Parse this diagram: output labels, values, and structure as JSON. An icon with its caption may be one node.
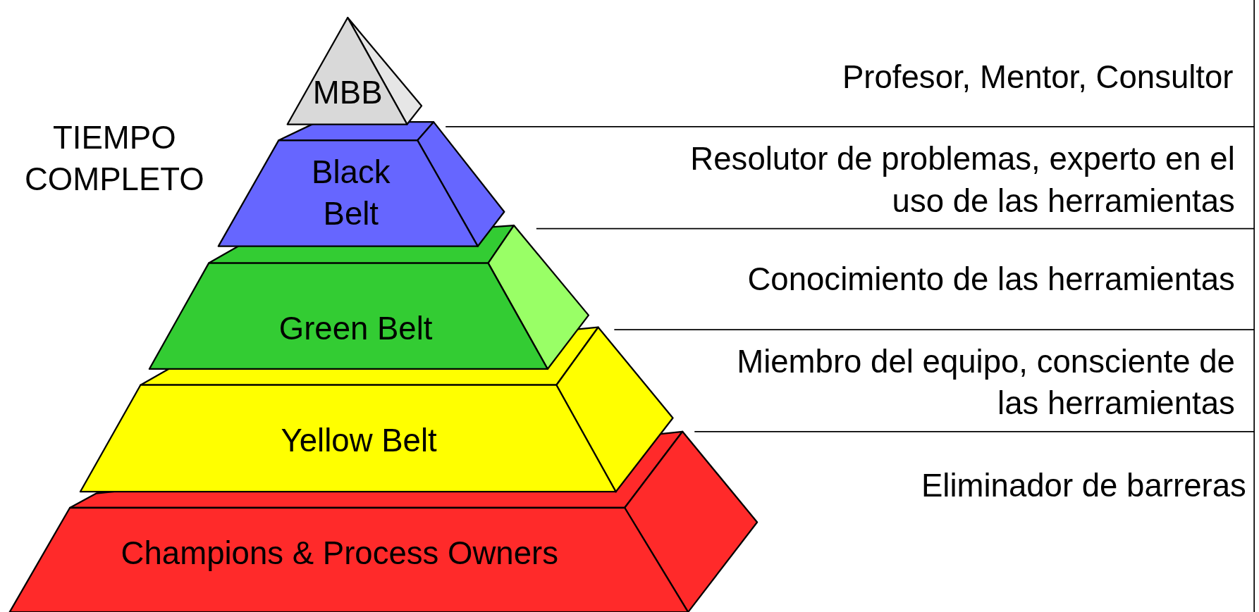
{
  "diagram": {
    "nodes": [
      {
        "text": [
          "MBB"
        ]
      },
      {
        "text": [
          "Black Belt"
        ]
      },
      {
        "text": [
          "Green Belt"
        ]
      },
      {
        "text": [
          "Yellow Belt"
        ]
      },
      {
        "text": [
          "Champions & Process Owners"
        ]
      }
    ],
    "labels": [
      "Profesor, Mentor, Consultor",
      "TIEMPO COMPLETO",
      "Resolutor de problemas, experto en el uso de las herramientas",
      "Conocimiento de las herramientas",
      "Miembro del equipo, consciente de las herramientas",
      "Eliminador de barreras"
    ]
  }
}
